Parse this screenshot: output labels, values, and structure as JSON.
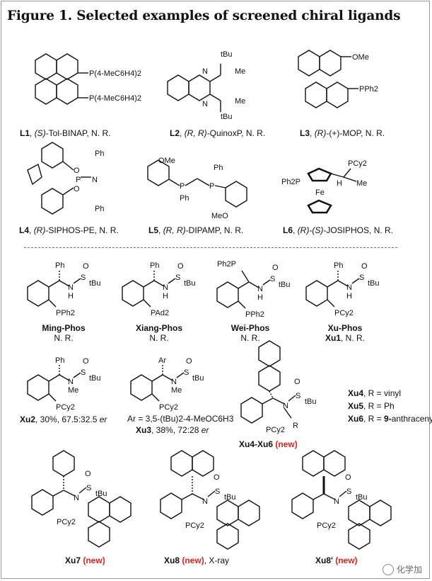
{
  "title": "Figure 1. Selected examples of screened chiral ligands",
  "row1": [
    {
      "id": "L1",
      "config": "(S)",
      "name": "-Tol-BINAP",
      "result": ", N. R.",
      "subst": [
        "P(4-MeC6H4)2",
        "P(4-MeC6H4)2"
      ]
    },
    {
      "id": "L2",
      "config": "(R, R)",
      "name": "-QuinoxP",
      "result": ", N. R.",
      "subst": [
        "tBu",
        "Me",
        "Me",
        "tBu"
      ]
    },
    {
      "id": "L3",
      "config": "(R)",
      "name": "-(+)-MOP",
      "result": ", N. R.",
      "subst": [
        "OMe",
        "PPh2"
      ]
    }
  ],
  "row2": [
    {
      "id": "L4",
      "config": "(R)",
      "name": "-SIPHOS-PE",
      "result": ", N. R.",
      "subst": [
        "O",
        "O",
        "P",
        "N",
        "Ph",
        "Ph"
      ]
    },
    {
      "id": "L5",
      "config": "(R, R)",
      "name": "-DIPAMP",
      "result": ", N. R.",
      "subst": [
        "OMe",
        "Ph",
        "P",
        "P",
        "Ph",
        "MeO"
      ]
    },
    {
      "id": "L6",
      "config": "(R)-(S)",
      "name": "-JOSIPHOS",
      "result": ", N. R.",
      "subst": [
        "PCy2",
        "Ph2P",
        "Fe",
        "H",
        "Me"
      ]
    }
  ],
  "row3": [
    {
      "name": "Ming-Phos",
      "note": "N. R.",
      "subst": [
        "Ph",
        "O",
        "S",
        "tBu",
        "N",
        "H",
        "PPh2"
      ]
    },
    {
      "name": "Xiang-Phos",
      "note": "N. R.",
      "subst": [
        "Ph",
        "O",
        "S",
        "tBu",
        "N",
        "H",
        "PAd2"
      ]
    },
    {
      "name": "Wei-Phos",
      "note": "N. R.",
      "subst": [
        "Ph2P",
        "O",
        "S",
        "tBu",
        "N",
        "H",
        "PPh2"
      ]
    },
    {
      "name": "Xu-Phos",
      "note_id": "Xu1",
      "note": ", N. R.",
      "subst": [
        "Ph",
        "O",
        "S",
        "tBu",
        "N",
        "H",
        "PCy2"
      ]
    }
  ],
  "row4": {
    "xu2": {
      "id": "Xu2",
      "detail": ", 30%, 67.5:32.5 ",
      "er": "er",
      "subst": [
        "Ph",
        "O",
        "S",
        "tBu",
        "N",
        "Me",
        "PCy2"
      ]
    },
    "xu3": {
      "ar_line": "Ar = 3,5-(tBu)2-4-MeOC6H3",
      "id": "Xu3",
      "detail": ", 38%, 72:28 ",
      "er": "er",
      "subst": [
        "Ar",
        "O",
        "S",
        "tBu",
        "N",
        "Me",
        "PCy2"
      ]
    },
    "xu46": {
      "id": "Xu4-Xu6",
      "tag": "(new)",
      "subst": [
        "O",
        "S",
        "tBu",
        "N",
        "PCy2",
        "R"
      ]
    },
    "defs": [
      {
        "id": "Xu4",
        "text": ", R = vinyl"
      },
      {
        "id": "Xu5",
        "text": ", R = Ph"
      },
      {
        "id": "Xu6",
        "text": ", R = ",
        "bold_tail": "9-",
        "tail": "anthracenyl"
      }
    ]
  },
  "row5": [
    {
      "id": "Xu7",
      "tag": "(new)",
      "tail": "",
      "subst": [
        "O",
        "S",
        "tBu",
        "N",
        "PCy2"
      ]
    },
    {
      "id": "Xu8",
      "tag": "(new)",
      "tail": ", X-ray",
      "subst": [
        "O",
        "S",
        "tBu",
        "N",
        "PCy2"
      ]
    },
    {
      "id": "Xu8'",
      "tag": "(new)",
      "tail": "",
      "subst": [
        "O",
        "S",
        "tBu",
        "N",
        "PCy2"
      ]
    }
  ],
  "watermark": "化学加"
}
